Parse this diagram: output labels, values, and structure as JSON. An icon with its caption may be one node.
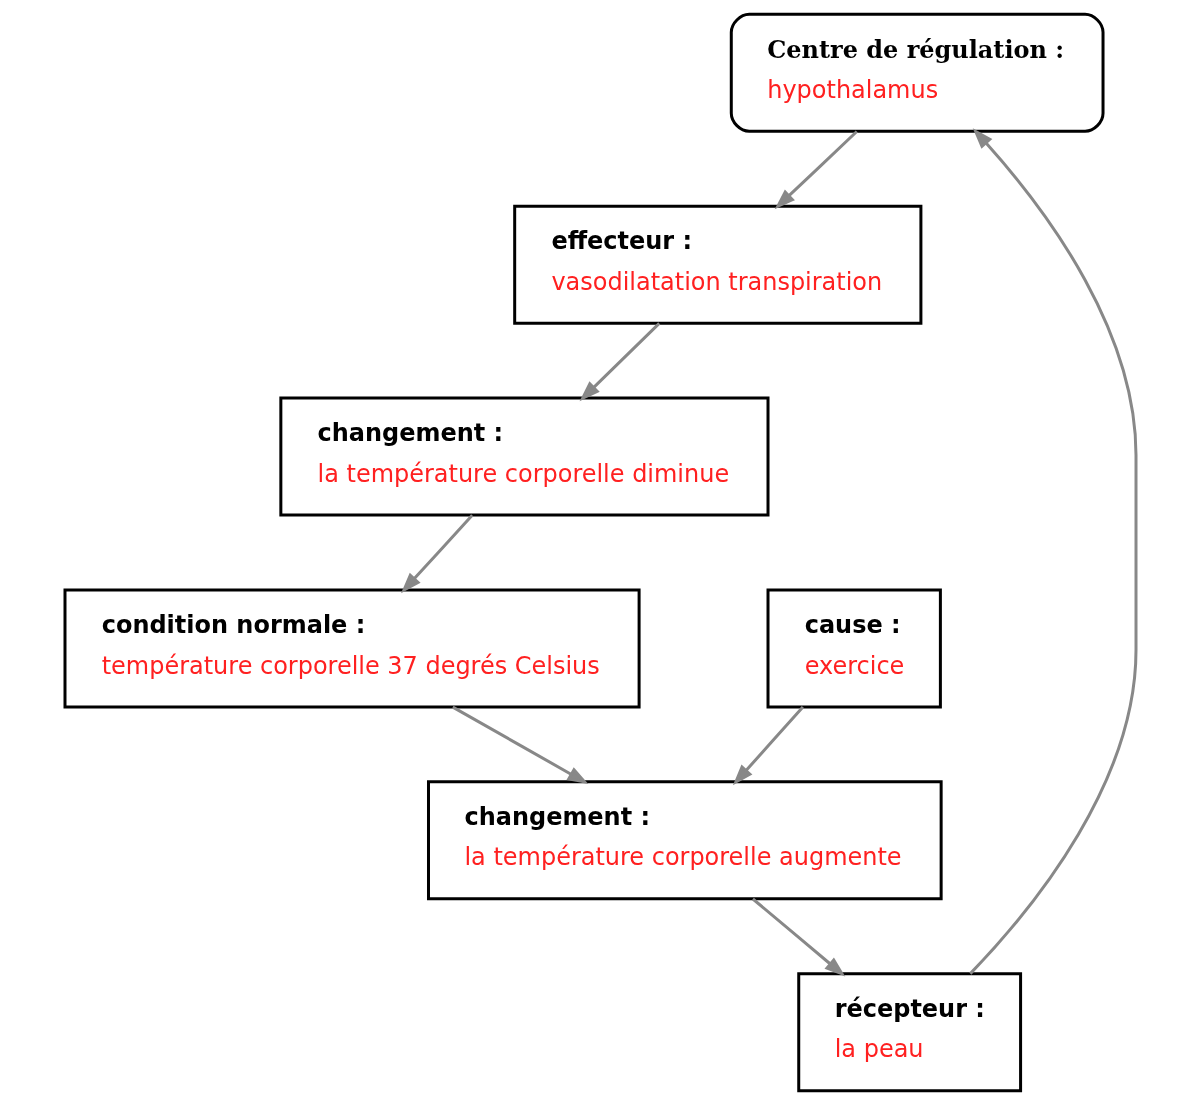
{
  "diagram": {
    "nodes": [
      {
        "text": [
          "Centre de régulation :",
          "hypothalamus"
        ]
      },
      {
        "text": [
          "effecteur :",
          "vasodilatation transpiration"
        ]
      },
      {
        "text": [
          "changement :",
          "la température corporelle diminue"
        ]
      },
      {
        "text": [
          "condition normale :",
          "température corporelle 37 degrés Celsius"
        ]
      },
      {
        "text": [
          "changement :",
          "la température corporelle augmente"
        ]
      },
      {
        "text": [
          "récepteur :",
          "la peau"
        ]
      },
      {
        "text": [
          "cause :",
          "exercice"
        ]
      }
    ],
    "edges": [
      {
        "from": 5,
        "to": 0,
        "arrow": "to"
      },
      {
        "from": 0,
        "to": 1,
        "arrow": "to"
      },
      {
        "from": 1,
        "to": 2,
        "arrow": "to"
      },
      {
        "from": 2,
        "to": 3,
        "arrow": "to"
      },
      {
        "from": 3,
        "to": 4,
        "arrow": "to"
      },
      {
        "from": 6,
        "to": 4,
        "arrow": "to"
      },
      {
        "from": 4,
        "to": 5,
        "arrow": "to"
      }
    ]
  }
}
